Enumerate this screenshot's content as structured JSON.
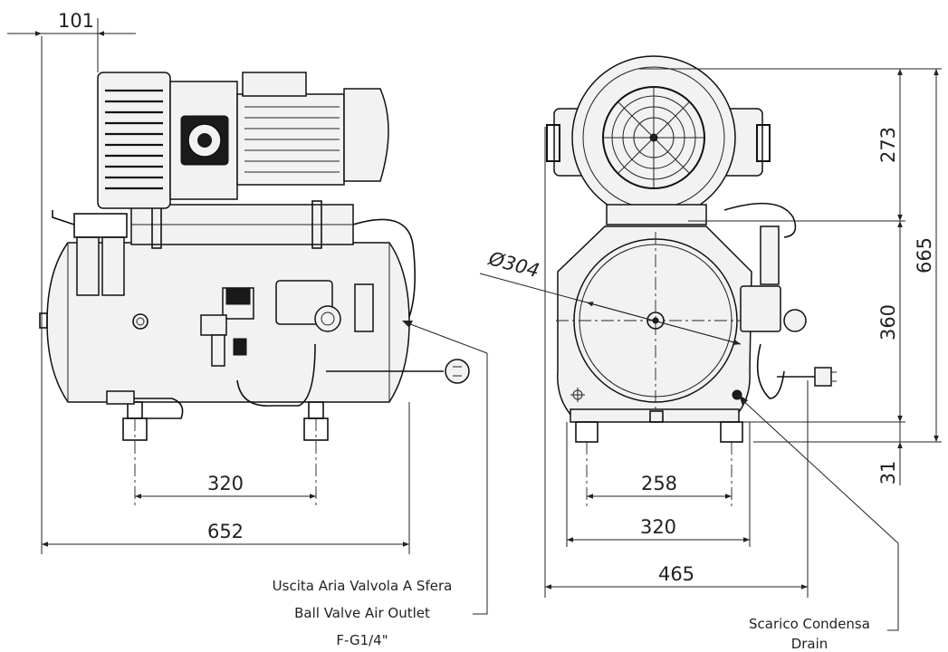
{
  "dimensions": {
    "overhang_left": "101",
    "leg_spacing_side": "320",
    "total_length": "652",
    "diameter": "Ø304",
    "foot_spacing_inner": "258",
    "foot_spacing_outer": "320",
    "total_width": "465",
    "height_motor": "273",
    "height_tank": "360",
    "height_feet": "31",
    "total_height": "665"
  },
  "callouts": {
    "outlet": {
      "line1": "Uscita Aria Valvola A Sfera",
      "line2": "Ball Valve Air Outlet",
      "line3": "F-G1/4\""
    },
    "drain": {
      "line1": "Scarico Condensa",
      "line2": "Drain"
    }
  }
}
